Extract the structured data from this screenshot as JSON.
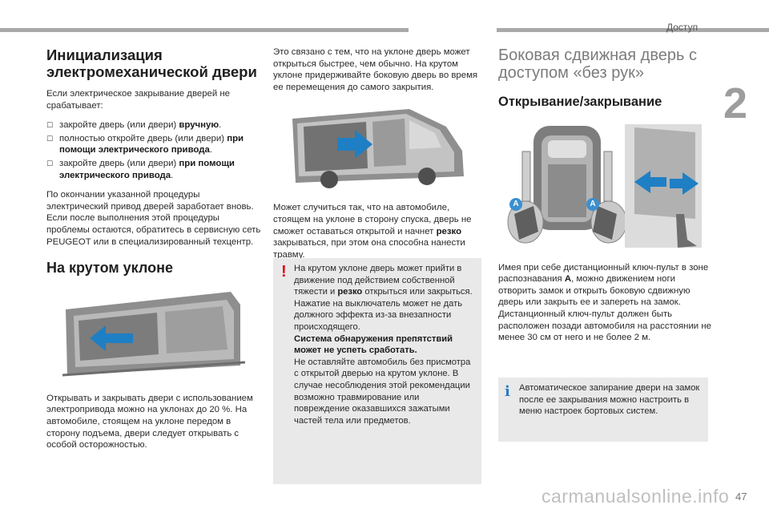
{
  "header": {
    "section": "Доступ",
    "chapter_number": "2",
    "page_number": "47"
  },
  "left": {
    "title": "Инициализация электромеханической двери",
    "intro": "Если электрическое закрывание дверей не срабатывает:",
    "bullets": [
      {
        "text": "закройте дверь (или двери) ",
        "bold": "вручную",
        "end": "."
      },
      {
        "text": "полностью откройте дверь (или двери) ",
        "bold": "при помощи электрического привода",
        "end": "."
      },
      {
        "text": "закройте дверь (или двери) ",
        "bold": "при помощи электрического привода",
        "end": "."
      }
    ],
    "after": "По окончании указанной процедуры электрический привод дверей заработает вновь. Если после выполнения этой процедуры проблемы остаются, обратитесь в сервисную сеть PEUGEOT или в специализированный техцентр.",
    "slope_title": "На крутом уклоне",
    "slope_text": "Открывать и закрывать двери с использованием электропривода можно на уклонах до 20 %. На автомобиле, стоящем на уклоне передом в сторону подъема, двери следует открывать с особой осторожностью."
  },
  "middle": {
    "text1": "Это связано с тем, что на уклоне дверь может открыться быстрее, чем обычно. На крутом уклоне придерживайте боковую дверь во время ее перемещения до самого закрытия.",
    "text2_pre": "Может случиться так, что на автомобиле, стоящем на уклоне в сторону спуска, дверь не сможет оставаться открытой и начнет ",
    "text2_bold": "резко",
    "text2_post": " закрываться, при этом она способна нанести травму.",
    "warning": {
      "p1_pre": "На крутом уклоне дверь может прийти в движение под действием собственной тяжести и ",
      "p1_bold": "резко",
      "p1_post": " открыться или закрыться. Нажатие на выключатель может не дать должного эффекта из-за внезапности происходящего.",
      "bold_line": "Система обнаружения препятствий может не успеть сработать.",
      "p2": "Не оставляйте автомобиль без присмотра с открытой дверью на крутом уклоне. В случае несоблюдения этой рекомендации возможно травмирование или повреждение оказавшихся зажатыми частей тела или предметов."
    }
  },
  "right": {
    "title": "Боковая сдвижная дверь с доступом «без рук»",
    "subtitle": "Открывание/закрывание",
    "label_a": "A",
    "text_pre": "Имея при себе дистанционный ключ-пульт в зоне распознавания ",
    "text_bold": "A",
    "text_post": ", можно движением ноги отворить замок и открыть боковую сдвижную дверь или закрыть ее и запереть на замок. Дистанционный ключ-пульт должен быть расположен позади автомобиля на расстоянии не менее 30 см от него и не более 2 м.",
    "info": "Автоматическое запирание двери на замок после ее закрывания можно настроить в меню настроек бортовых систем."
  },
  "watermark": "carmanualsonline.info",
  "colors": {
    "warning": "#e2001a",
    "info": "#2a7cc0",
    "arrow": "#1f7fc4",
    "badge": "#3b8fcf",
    "box": "#e9e9e9"
  }
}
